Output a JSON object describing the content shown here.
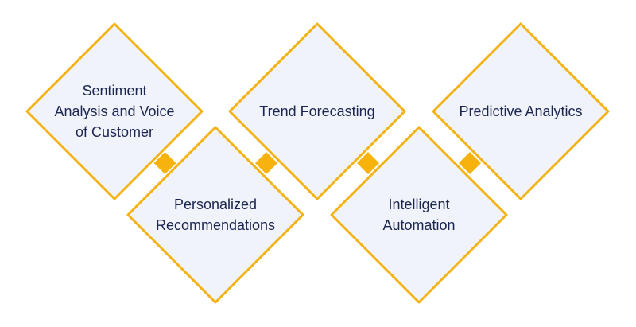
{
  "diagram": {
    "nodes": [
      {
        "id": "sentiment",
        "label_lines": [
          "Sentiment",
          "Analysis and Voice",
          "of Customer"
        ]
      },
      {
        "id": "personalized",
        "label_lines": [
          "Personalized",
          "Recommendations"
        ]
      },
      {
        "id": "trend",
        "label_lines": [
          "Trend Forecasting"
        ]
      },
      {
        "id": "automation",
        "label_lines": [
          "Intelligent",
          "Automation"
        ]
      },
      {
        "id": "predictive",
        "label_lines": [
          "Predictive Analytics"
        ]
      }
    ],
    "colors": {
      "diamond_fill": "#f1f3fa",
      "diamond_stroke": "#f3b316",
      "connector": "#f7b30c",
      "text": "#1a2550"
    }
  }
}
